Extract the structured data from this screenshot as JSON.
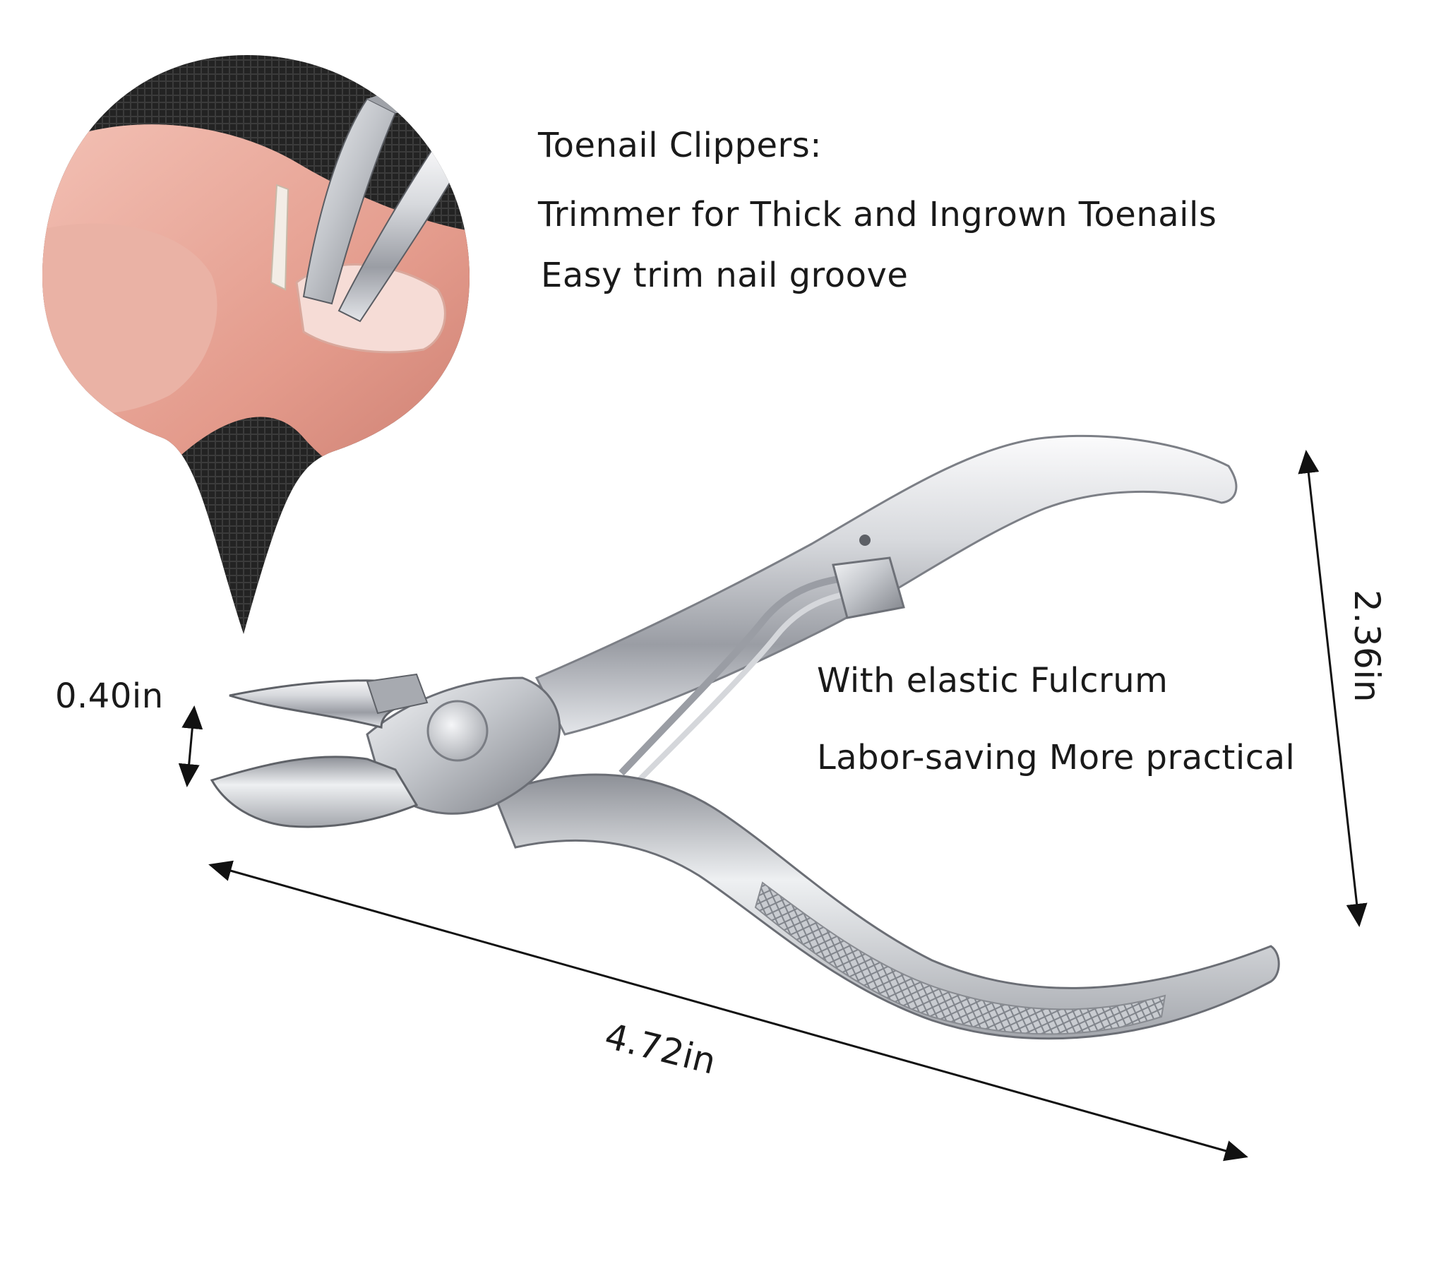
{
  "header": {
    "title": "Toenail Clippers:",
    "subtitle_1": "Trimmer for Thick and Ingrown Toenails",
    "subtitle_2": "Easy trim nail groove"
  },
  "features": {
    "line_1": "With elastic Fulcrum",
    "line_2": "Labor-saving More practical"
  },
  "dimensions": {
    "jaw_width": "0.40in",
    "length": "4.72in",
    "height": "2.36in"
  },
  "colors": {
    "background": "#ffffff",
    "text": "#1a1a1a",
    "steel_light": "#f2f3f5",
    "steel_mid": "#b9bcc2",
    "steel_dark": "#6e7178",
    "skin": "#e9a99c",
    "fabric": "#2a2a2a"
  }
}
